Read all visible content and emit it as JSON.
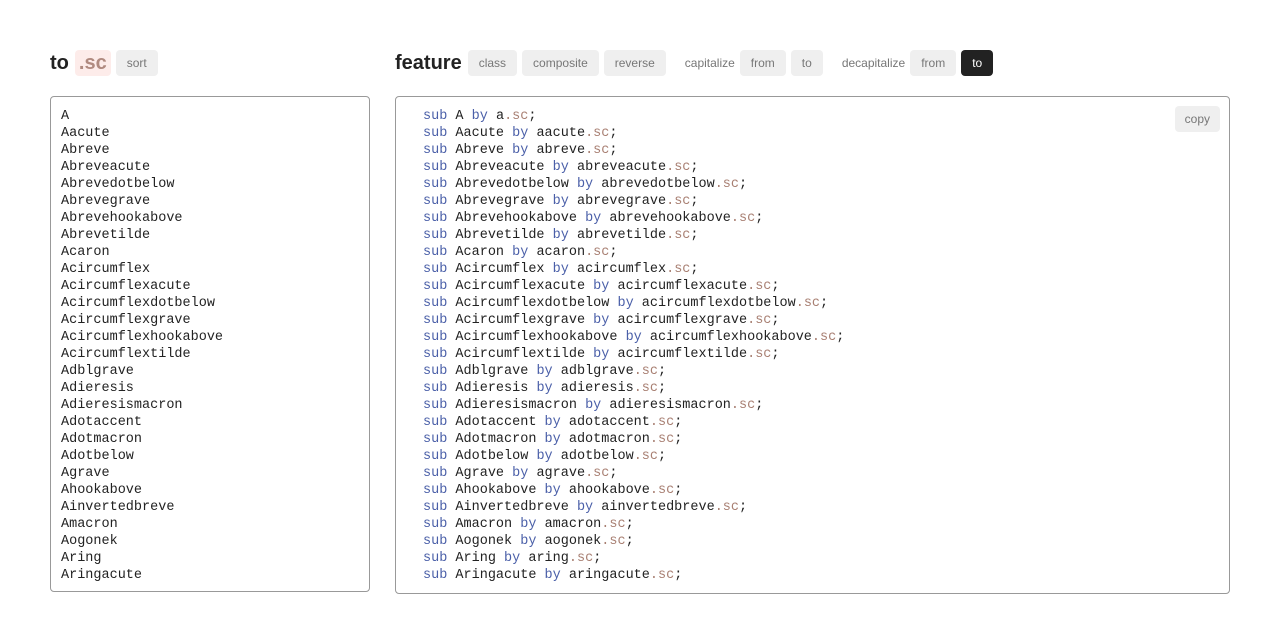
{
  "left": {
    "title": "to",
    "suffix": ".sc",
    "sort_label": "sort"
  },
  "right": {
    "title": "feature",
    "buttons": [
      "class",
      "composite",
      "reverse"
    ],
    "capitalize_label": "capitalize",
    "capitalize_from": "from",
    "capitalize_to": "to",
    "decapitalize_label": "decapitalize",
    "decapitalize_from": "from",
    "decapitalize_to": "to",
    "copy_label": "copy",
    "kw_sub": "sub",
    "kw_by": "by"
  },
  "glyphs": [
    "A",
    "Aacute",
    "Abreve",
    "Abreveacute",
    "Abrevedotbelow",
    "Abrevegrave",
    "Abrevehookabove",
    "Abrevetilde",
    "Acaron",
    "Acircumflex",
    "Acircumflexacute",
    "Acircumflexdotbelow",
    "Acircumflexgrave",
    "Acircumflexhookabove",
    "Acircumflextilde",
    "Adblgrave",
    "Adieresis",
    "Adieresismacron",
    "Adotaccent",
    "Adotmacron",
    "Adotbelow",
    "Agrave",
    "Ahookabove",
    "Ainvertedbreve",
    "Amacron",
    "Aogonek",
    "Aring",
    "Aringacute"
  ],
  "colors": {
    "keyword": "#4a5fa8",
    "suffix": "#a87f72",
    "active": "#222222"
  }
}
